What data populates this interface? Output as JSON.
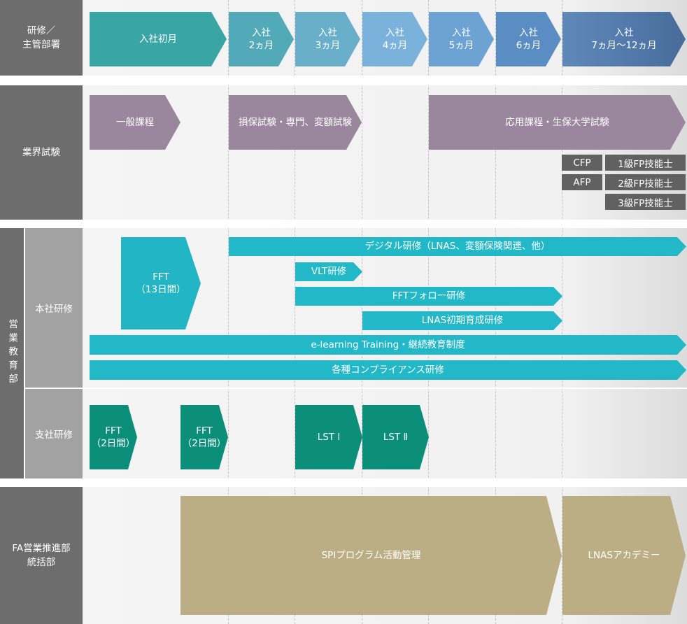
{
  "rows": {
    "kensyu": {
      "label": "研修／\n主管部署"
    },
    "gyokai": {
      "label": "業界試験"
    },
    "eigyo": {
      "label": "営業教育部",
      "sub_honsha": "本社研修",
      "sub_shisha": "支社研修"
    },
    "fa": {
      "label": "FA営業推進部\n統括部"
    }
  },
  "months": [
    "入社初月",
    "入社\n2ヵ月",
    "入社\n3ヵ月",
    "入社\n4ヵ月",
    "入社\n5ヵ月",
    "入社\n6ヵ月",
    "入社\n7ヵ月〜12ヵ月"
  ],
  "exam": {
    "general": "一般課程",
    "specialized": "損保試験・専門、変額試験",
    "applied": "応用課程・生保大学試験",
    "badges": {
      "cfp": "CFP",
      "afp": "AFP",
      "fp1": "1級FP技能士",
      "fp2": "2級FP技能士",
      "fp3": "3級FP技能士"
    }
  },
  "hq": {
    "fft": "FFT\n（13日間）",
    "digital": "デジタル研修（LNAS、変額保険関連、他）",
    "vlt": "VLT研修",
    "fft_follow": "FFTフォロー研修",
    "lnas_initial": "LNAS初期育成研修",
    "elearning": "e-learning Training・継続教育制度",
    "compliance": "各種コンプライアンス研修"
  },
  "branch": {
    "fft1": "FFT\n（2日間）",
    "fft2": "FFT\n（2日間）",
    "lst1": "LST Ⅰ",
    "lst2": "LST Ⅱ"
  },
  "fa": {
    "spi": "SPIプログラム活動管理",
    "academy": "LNASアカデミー"
  },
  "colors": {
    "label_dark": "#6d6d6d",
    "label_light": "#a2a2a2",
    "month_gradient_start": "#3aa5a5",
    "month_gradient_end": "#4a6f9f",
    "exam_purple": "#9b879d",
    "cyan": "#22b8c8",
    "teal": "#0b8f7b",
    "fft_cyan": "#22b5c5",
    "gold": "#bcae84",
    "badge": "#616161"
  }
}
